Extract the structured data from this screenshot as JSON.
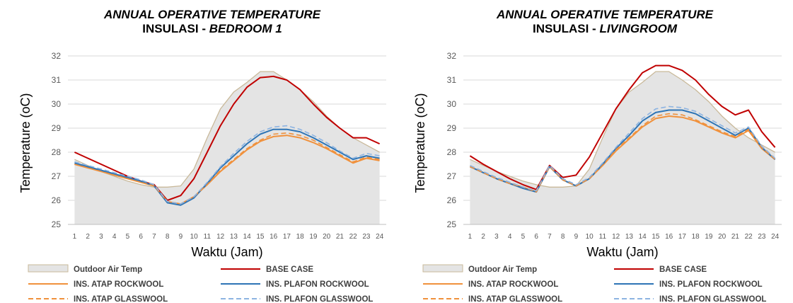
{
  "chart_data": [
    {
      "type": "line",
      "title_line1": "ANNUAL OPERATIVE TEMPERATURE",
      "title_line2_prefix": "INSULASI - ",
      "title_line2_italic": "BEDROOM 1",
      "xlabel": "Waktu (Jam)",
      "ylabel": "Temperature (oC)",
      "ylim": [
        25,
        32
      ],
      "yticks": [
        25,
        26,
        27,
        28,
        29,
        30,
        31,
        32
      ],
      "x": [
        1,
        2,
        3,
        4,
        5,
        6,
        7,
        8,
        9,
        10,
        11,
        12,
        13,
        14,
        15,
        16,
        17,
        18,
        19,
        20,
        21,
        22,
        23,
        24
      ],
      "grid": true,
      "legend_position": "bottom",
      "series": [
        {
          "name": "Outdoor Air Temp",
          "style": "area",
          "color": "#c9b99a",
          "fill": "#e4e4e4",
          "values": [
            27.7,
            27.45,
            27.2,
            27.0,
            26.8,
            26.65,
            26.55,
            26.55,
            26.6,
            27.3,
            28.6,
            29.8,
            30.5,
            30.9,
            31.35,
            31.35,
            31.0,
            30.6,
            30.1,
            29.5,
            29.0,
            28.6,
            28.3,
            28.0
          ]
        },
        {
          "name": "BASE CASE",
          "style": "solid",
          "color": "#c00000",
          "values": [
            28.0,
            27.75,
            27.5,
            27.25,
            27.0,
            26.8,
            26.65,
            26.0,
            26.2,
            26.9,
            28.0,
            29.1,
            30.0,
            30.7,
            31.1,
            31.15,
            31.0,
            30.6,
            30.0,
            29.45,
            29.0,
            28.6,
            28.6,
            28.35
          ]
        },
        {
          "name": "INS. ATAP ROCKWOOL",
          "style": "solid",
          "color": "#f0913c",
          "values": [
            27.5,
            27.35,
            27.2,
            27.05,
            26.9,
            26.75,
            26.6,
            25.95,
            25.85,
            26.15,
            26.65,
            27.2,
            27.65,
            28.1,
            28.45,
            28.65,
            28.7,
            28.6,
            28.4,
            28.15,
            27.85,
            27.55,
            27.75,
            27.65
          ]
        },
        {
          "name": "INS. PLAFON ROCKWOOL",
          "style": "solid",
          "color": "#2e75b6",
          "values": [
            27.55,
            27.4,
            27.25,
            27.1,
            26.95,
            26.8,
            26.6,
            25.9,
            25.8,
            26.1,
            26.7,
            27.35,
            27.85,
            28.35,
            28.75,
            28.95,
            28.95,
            28.85,
            28.6,
            28.3,
            28.0,
            27.7,
            27.85,
            27.75
          ]
        },
        {
          "name": "INS. ATAP GLASSWOOL",
          "style": "dashed",
          "color": "#f0913c",
          "values": [
            27.5,
            27.35,
            27.2,
            27.05,
            26.9,
            26.75,
            26.6,
            25.95,
            25.85,
            26.15,
            26.65,
            27.25,
            27.7,
            28.15,
            28.5,
            28.75,
            28.8,
            28.7,
            28.5,
            28.2,
            27.9,
            27.6,
            27.8,
            27.7
          ]
        },
        {
          "name": "INS. PLAFON GLASSWOOL",
          "style": "dashed",
          "color": "#8db4e2",
          "values": [
            27.6,
            27.45,
            27.3,
            27.15,
            27.0,
            26.85,
            26.65,
            25.95,
            25.85,
            26.15,
            26.75,
            27.4,
            27.95,
            28.45,
            28.85,
            29.05,
            29.1,
            28.95,
            28.7,
            28.4,
            28.05,
            27.75,
            27.95,
            27.85
          ]
        }
      ]
    },
    {
      "type": "line",
      "title_line1": "ANNUAL OPERATIVE TEMPERATURE",
      "title_line2_prefix": "INSULASI - ",
      "title_line2_italic": "LIVINGROOM",
      "xlabel": "Waktu (Jam)",
      "ylabel": "Temperature (oC)",
      "ylim": [
        25,
        32
      ],
      "yticks": [
        25,
        26,
        27,
        28,
        29,
        30,
        31,
        32
      ],
      "x": [
        1,
        2,
        3,
        4,
        5,
        6,
        7,
        8,
        9,
        10,
        11,
        12,
        13,
        14,
        15,
        16,
        17,
        18,
        19,
        20,
        21,
        22,
        23,
        24
      ],
      "grid": true,
      "legend_position": "bottom",
      "series": [
        {
          "name": "Outdoor Air Temp",
          "style": "area",
          "color": "#c9b99a",
          "fill": "#e4e4e4",
          "values": [
            27.7,
            27.45,
            27.2,
            27.0,
            26.8,
            26.65,
            26.55,
            26.55,
            26.6,
            27.3,
            28.6,
            29.8,
            30.5,
            30.9,
            31.35,
            31.35,
            31.0,
            30.6,
            30.1,
            29.5,
            29.0,
            28.6,
            28.3,
            28.0
          ]
        },
        {
          "name": "BASE CASE",
          "style": "solid",
          "color": "#c00000",
          "values": [
            27.85,
            27.5,
            27.2,
            26.9,
            26.65,
            26.45,
            27.45,
            26.95,
            27.05,
            27.8,
            28.8,
            29.8,
            30.6,
            31.3,
            31.6,
            31.6,
            31.4,
            31.0,
            30.4,
            29.9,
            29.55,
            29.75,
            28.85,
            28.2
          ]
        },
        {
          "name": "INS. ATAP ROCKWOOL",
          "style": "solid",
          "color": "#f0913c",
          "values": [
            27.4,
            27.15,
            26.9,
            26.7,
            26.55,
            26.35,
            27.4,
            26.85,
            26.6,
            26.9,
            27.45,
            28.05,
            28.55,
            29.05,
            29.4,
            29.5,
            29.45,
            29.3,
            29.05,
            28.8,
            28.6,
            28.9,
            28.15,
            27.7
          ]
        },
        {
          "name": "INS. PLAFON ROCKWOOL",
          "style": "solid",
          "color": "#2e75b6",
          "values": [
            27.4,
            27.15,
            26.9,
            26.7,
            26.5,
            26.35,
            27.4,
            26.85,
            26.6,
            26.9,
            27.5,
            28.15,
            28.7,
            29.3,
            29.65,
            29.75,
            29.75,
            29.6,
            29.3,
            29.0,
            28.7,
            29.0,
            28.2,
            27.7
          ]
        },
        {
          "name": "INS. ATAP GLASSWOOL",
          "style": "dashed",
          "color": "#f0913c",
          "values": [
            27.4,
            27.15,
            26.9,
            26.7,
            26.55,
            26.35,
            27.4,
            26.85,
            26.6,
            26.9,
            27.45,
            28.1,
            28.6,
            29.1,
            29.5,
            29.6,
            29.55,
            29.35,
            29.1,
            28.85,
            28.65,
            28.95,
            28.2,
            27.7
          ]
        },
        {
          "name": "INS. PLAFON GLASSWOOL",
          "style": "dashed",
          "color": "#8db4e2",
          "values": [
            27.45,
            27.2,
            26.95,
            26.75,
            26.55,
            26.4,
            27.45,
            26.9,
            26.65,
            26.95,
            27.55,
            28.2,
            28.8,
            29.4,
            29.8,
            29.9,
            29.85,
            29.7,
            29.4,
            29.1,
            28.8,
            29.05,
            28.25,
            27.75
          ]
        }
      ]
    }
  ]
}
